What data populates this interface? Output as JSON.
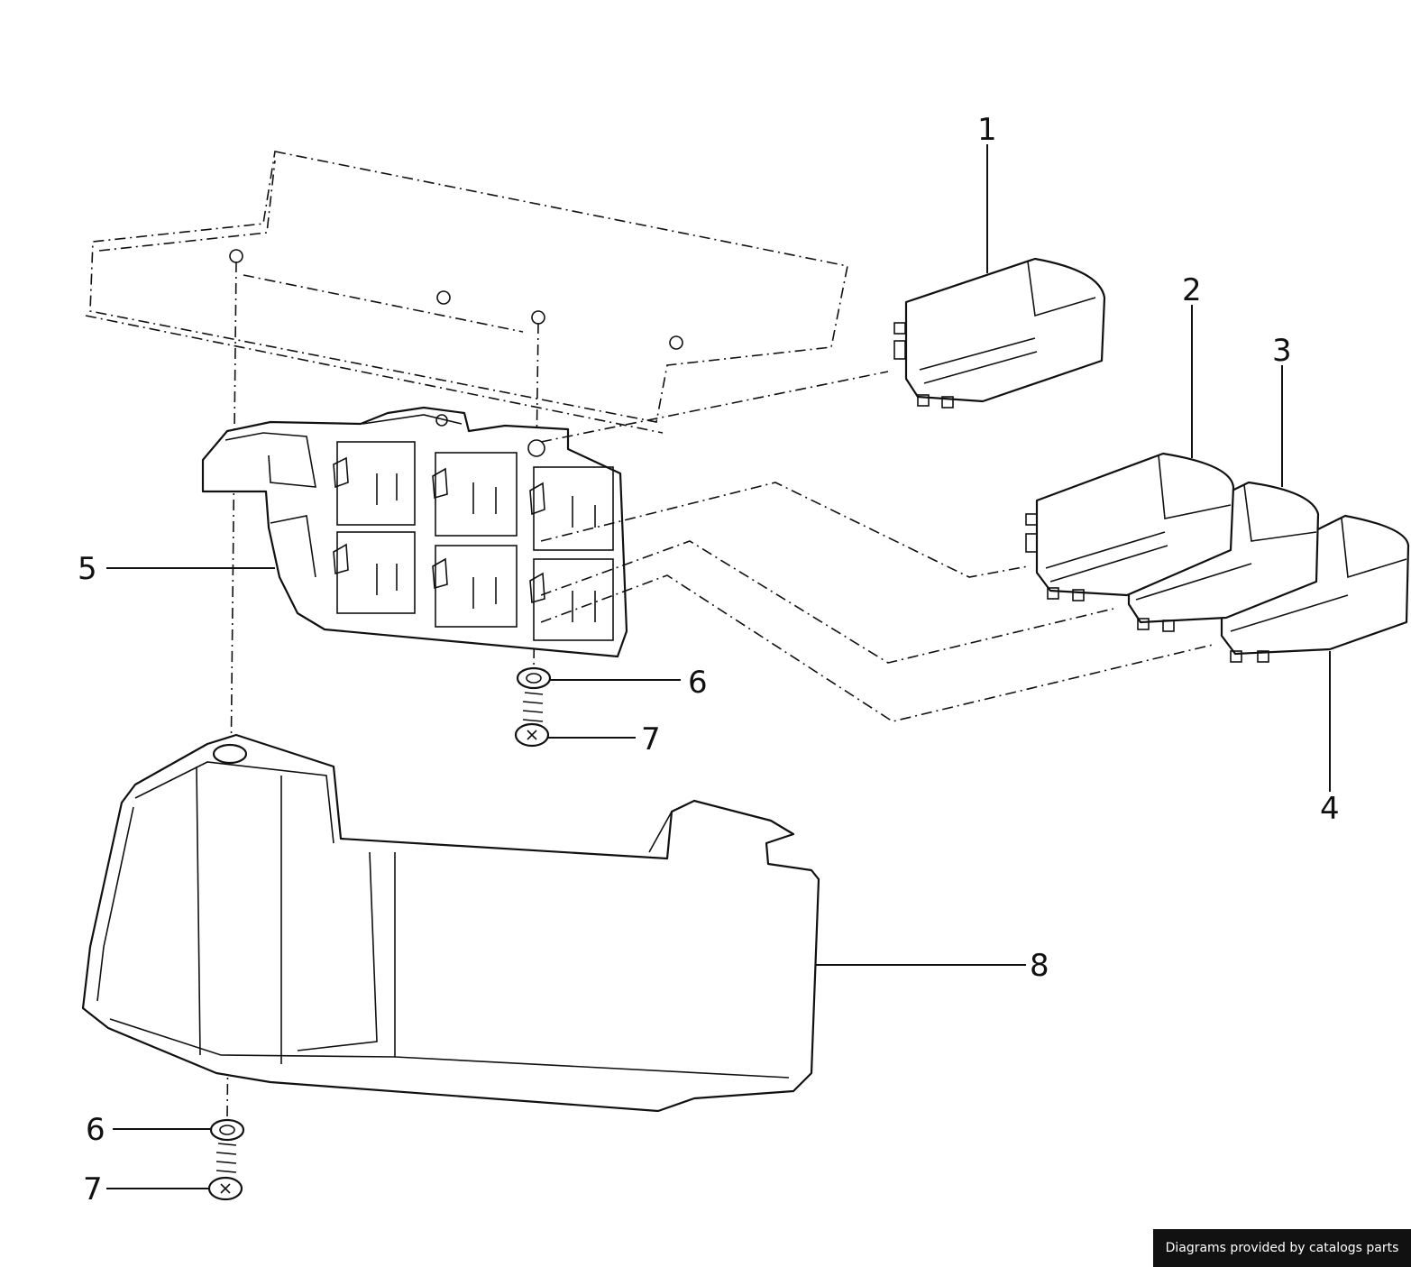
{
  "callouts": {
    "c1": "1",
    "c2": "2",
    "c3": "3",
    "c4": "4",
    "c5": "5",
    "c6a": "6",
    "c6b": "6",
    "c7a": "7",
    "c7b": "7",
    "c8": "8"
  },
  "credit": "Diagrams provided by catalogs parts"
}
